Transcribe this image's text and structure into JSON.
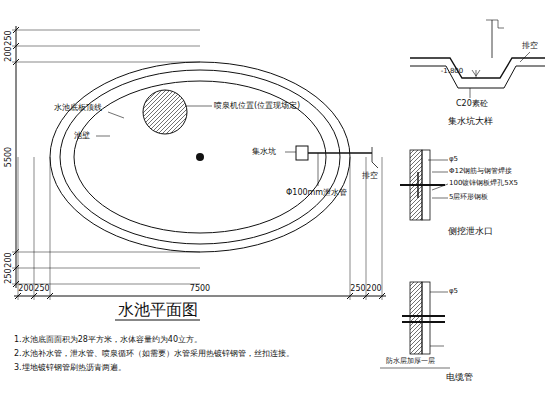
{
  "diagram": {
    "title": "水池平面图",
    "labels": [
      "250",
      "200",
      "5500",
      "200",
      "250",
      "200",
      "250",
      "7500",
      "250",
      "200",
      "水池底板顶线",
      "池壁",
      "喷泉机位置(位置现场定)",
      "集水坑",
      "排空",
      "Φ100mm泄水管",
      "集水坑大样",
      "-1.800",
      "排空",
      "C20素砼",
      "φ5",
      "Φ12钢筋与钢管焊接",
      "100镀锌钢板焊孔5X5",
      "5层环形钢板",
      "侧挖泄水口",
      "φ5",
      "防水层加厚一层",
      "电缆管",
      "1.水池底面面积为28平方米，水体容量约为40立方。",
      "2.水池补水管，泄水管、喷泉循环（如需要）水管采用热镀锌钢管，丝扣连接。",
      "3.埋地镀锌钢管刷热沥青两遍。"
    ]
  }
}
